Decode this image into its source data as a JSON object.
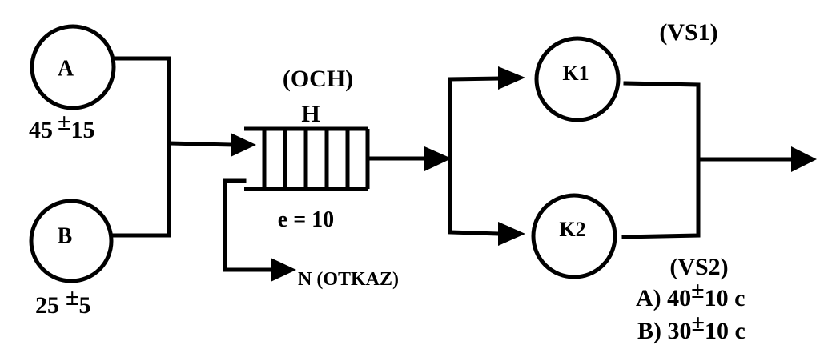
{
  "sources": {
    "a": {
      "label": "A",
      "rate_main": "45",
      "rate_sign": "±",
      "rate_dev": "15"
    },
    "b": {
      "label": "B",
      "rate_main": "25",
      "rate_sign": "±",
      "rate_dev": "5"
    }
  },
  "queue": {
    "title": "(OCH)",
    "label": "H",
    "capacity": "e = 10",
    "reject_label": "N (OTKAZ)"
  },
  "channels": {
    "k1": {
      "label": "K1",
      "tag": "(VS1)"
    },
    "k2": {
      "label": "K2",
      "tag": "(VS2)"
    }
  },
  "service_times": [
    {
      "prefix": "A) 40",
      "sign": "±",
      "suffix": "10 c"
    },
    {
      "prefix": "B) 30",
      "sign": "±",
      "suffix": "10 c"
    }
  ]
}
